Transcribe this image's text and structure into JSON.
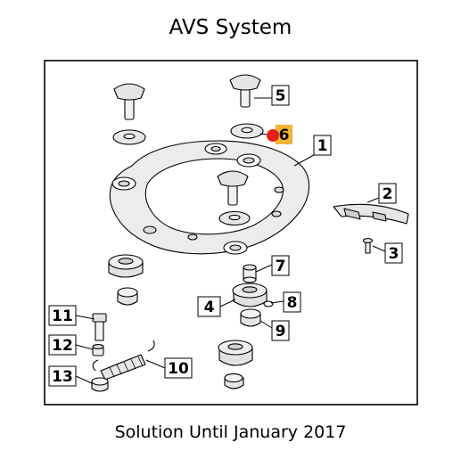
{
  "title": "AVS System",
  "caption": "Solution Until January 2017",
  "highlight_color": "#f2b233",
  "marker_color": "#e32219",
  "callouts": [
    {
      "label": "1",
      "highlighted": false
    },
    {
      "label": "2",
      "highlighted": false
    },
    {
      "label": "3",
      "highlighted": false
    },
    {
      "label": "4",
      "highlighted": false
    },
    {
      "label": "5",
      "highlighted": false
    },
    {
      "label": "6",
      "highlighted": true
    },
    {
      "label": "7",
      "highlighted": false
    },
    {
      "label": "8",
      "highlighted": false
    },
    {
      "label": "9",
      "highlighted": false
    },
    {
      "label": "10",
      "highlighted": false
    },
    {
      "label": "11",
      "highlighted": false
    },
    {
      "label": "12",
      "highlighted": false
    },
    {
      "label": "13",
      "highlighted": false
    }
  ]
}
